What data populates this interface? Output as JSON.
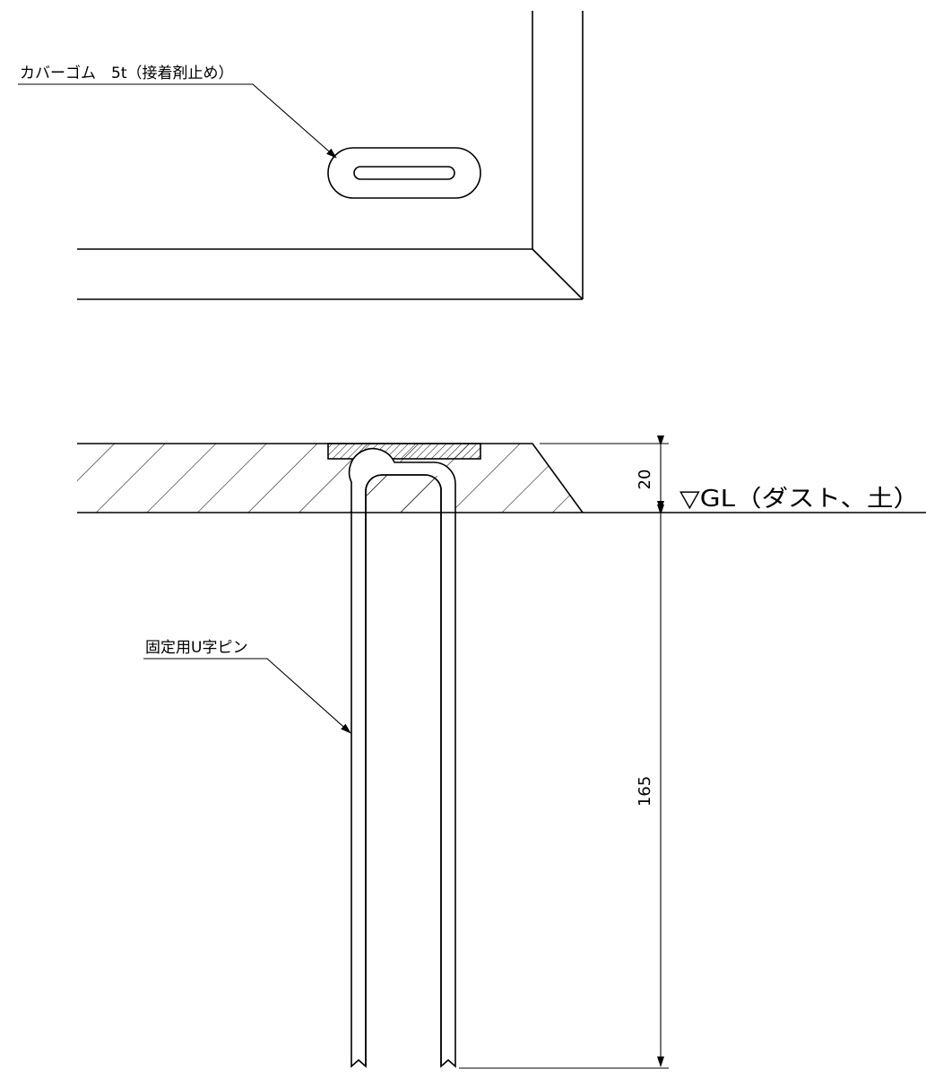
{
  "labels": {
    "cover_rubber": "カバーゴム　5t（接着剤止め）",
    "fixing_pin": "固定用U字ピン",
    "ground_level": "▽GL（ダスト、土）"
  },
  "dimensions": {
    "thickness": "20",
    "pin_depth": "165"
  },
  "colors": {
    "line": "#000000",
    "background": "#ffffff"
  }
}
